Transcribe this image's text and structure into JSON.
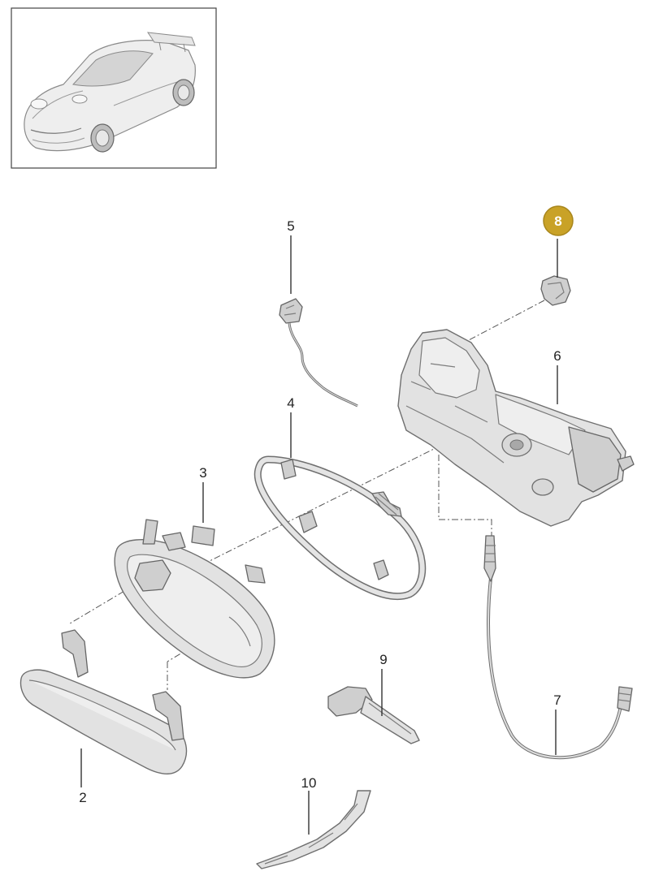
{
  "diagram": {
    "thumbnail": "car-overview-thumbnail",
    "parts": [
      {
        "number": "2",
        "name": "door-handle-grip",
        "highlighted": false
      },
      {
        "number": "3",
        "name": "handle-bezel",
        "highlighted": false
      },
      {
        "number": "4",
        "name": "handle-gasket",
        "highlighted": false
      },
      {
        "number": "5",
        "name": "wiring-harness",
        "highlighted": false
      },
      {
        "number": "6",
        "name": "handle-carrier",
        "highlighted": false
      },
      {
        "number": "7",
        "name": "bowden-cable",
        "highlighted": false
      },
      {
        "number": "8",
        "name": "clip",
        "highlighted": true
      },
      {
        "number": "9",
        "name": "emergency-key",
        "highlighted": false
      },
      {
        "number": "10",
        "name": "trim-strip",
        "highlighted": false
      }
    ],
    "colors": {
      "highlight_fill": "#c9a227",
      "highlight_stroke": "#a8861c",
      "highlight_text": "#ffffff",
      "part_fill": "#e2e2e2",
      "outline": "#6f6f6f"
    }
  }
}
